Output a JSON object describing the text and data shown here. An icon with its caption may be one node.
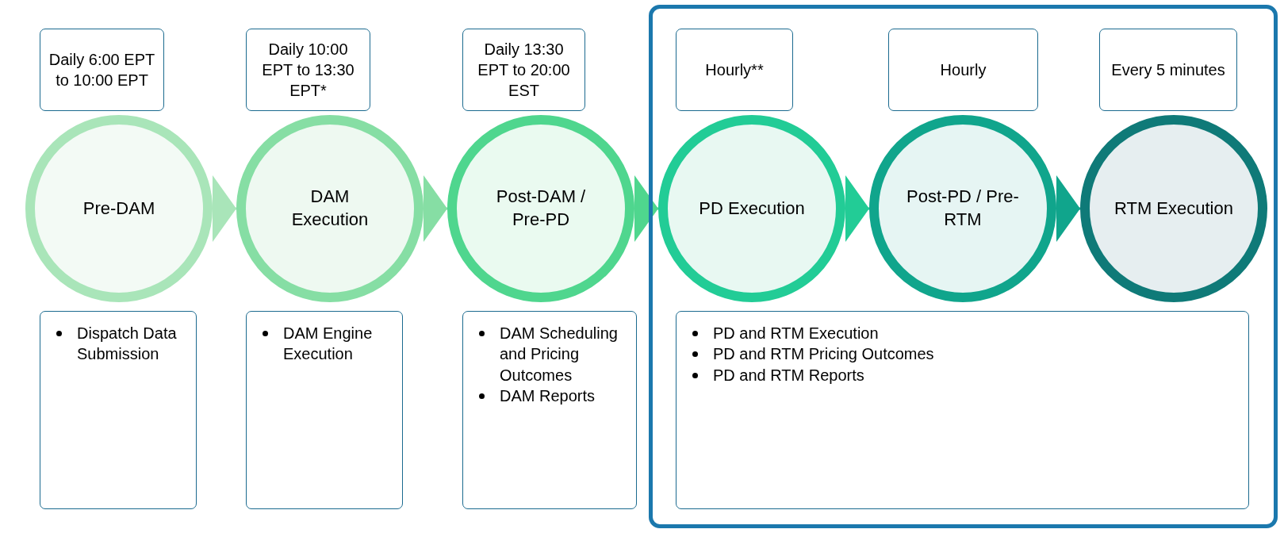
{
  "diagram": {
    "nodes": [
      {
        "text": [],
        "shape": "box"
      },
      {
        "text": [
          "Daily 6:00 EPT to 10:00 EPT"
        ]
      },
      {
        "text": [
          "Daily 10:00 EPT to 13:30 EPT*"
        ]
      },
      {
        "text": [
          "Daily 13:30 EPT to 20:00 EST"
        ]
      },
      {
        "text": [
          "Hourly**"
        ],
        "in": 0
      },
      {
        "text": [
          "Hourly"
        ],
        "in": 0
      },
      {
        "text": [
          "Every 5 minutes"
        ],
        "in": 0
      },
      {
        "text": [
          "Pre-DAM"
        ]
      },
      {
        "text": [
          "DAM Execution"
        ]
      },
      {
        "text": [
          "Post-DAM / Pre-PD"
        ]
      },
      {
        "text": [
          "PD Execution"
        ],
        "in": 0
      },
      {
        "text": [
          "Post-PD / Pre-RTM"
        ],
        "in": 0
      },
      {
        "text": [
          "RTM Execution"
        ],
        "in": 0
      },
      {
        "text": [
          "Dispatch Data Submission"
        ]
      },
      {
        "text": [
          "DAM Engine Execution"
        ]
      },
      {
        "text": [
          "DAM Scheduling and Pricing Outcomes",
          "DAM Reports"
        ]
      },
      {
        "text": [
          "PD and RTM Execution",
          "PD and RTM Pricing Outcomes",
          "PD and RTM Reports"
        ],
        "in": 0
      }
    ],
    "edges": [
      {
        "from": 7,
        "to": 8,
        "arrow": "to",
        "color": "#a9e5b9"
      },
      {
        "from": 8,
        "to": 9,
        "arrow": "to",
        "color": "#86dea4"
      },
      {
        "from": 9,
        "to": 10,
        "arrow": "to",
        "color": "#4fd68e"
      },
      {
        "from": 10,
        "to": 11,
        "arrow": "to",
        "color": "#22cc96"
      },
      {
        "from": 11,
        "to": 12,
        "arrow": "to",
        "color": "#10a58c"
      }
    ]
  }
}
